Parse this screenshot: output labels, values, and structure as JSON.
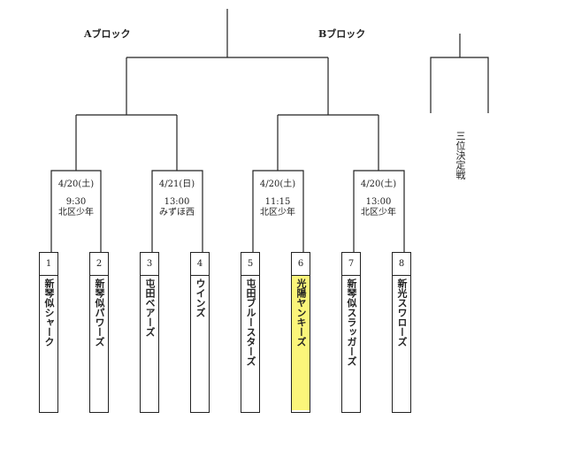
{
  "blocks": {
    "a": "Aブロック",
    "b": "Bブロック"
  },
  "matches": [
    {
      "date": "4/20(土)",
      "time": "9:30",
      "venue": "北区少年"
    },
    {
      "date": "4/21(日)",
      "time": "13:00",
      "venue": "みずほ西"
    },
    {
      "date": "4/20(土)",
      "time": "11:15",
      "venue": "北区少年"
    },
    {
      "date": "4/20(土)",
      "time": "13:00",
      "venue": "北区少年"
    }
  ],
  "teams": [
    {
      "num": "1",
      "name": "新琴似シャーク"
    },
    {
      "num": "2",
      "name": "新琴似パワーズ"
    },
    {
      "num": "3",
      "name": "屯田ベアーズ"
    },
    {
      "num": "4",
      "name": "ウインズ"
    },
    {
      "num": "5",
      "name": "屯田ブルースターズ"
    },
    {
      "num": "6",
      "name": "光陽ヤンキーズ",
      "highlighted": true
    },
    {
      "num": "7",
      "name": "新琴似スラッガーズ"
    },
    {
      "num": "8",
      "name": "新光スワローズ"
    }
  ],
  "third_place": "三位決定戦",
  "highlight_color": "#fbf57a"
}
